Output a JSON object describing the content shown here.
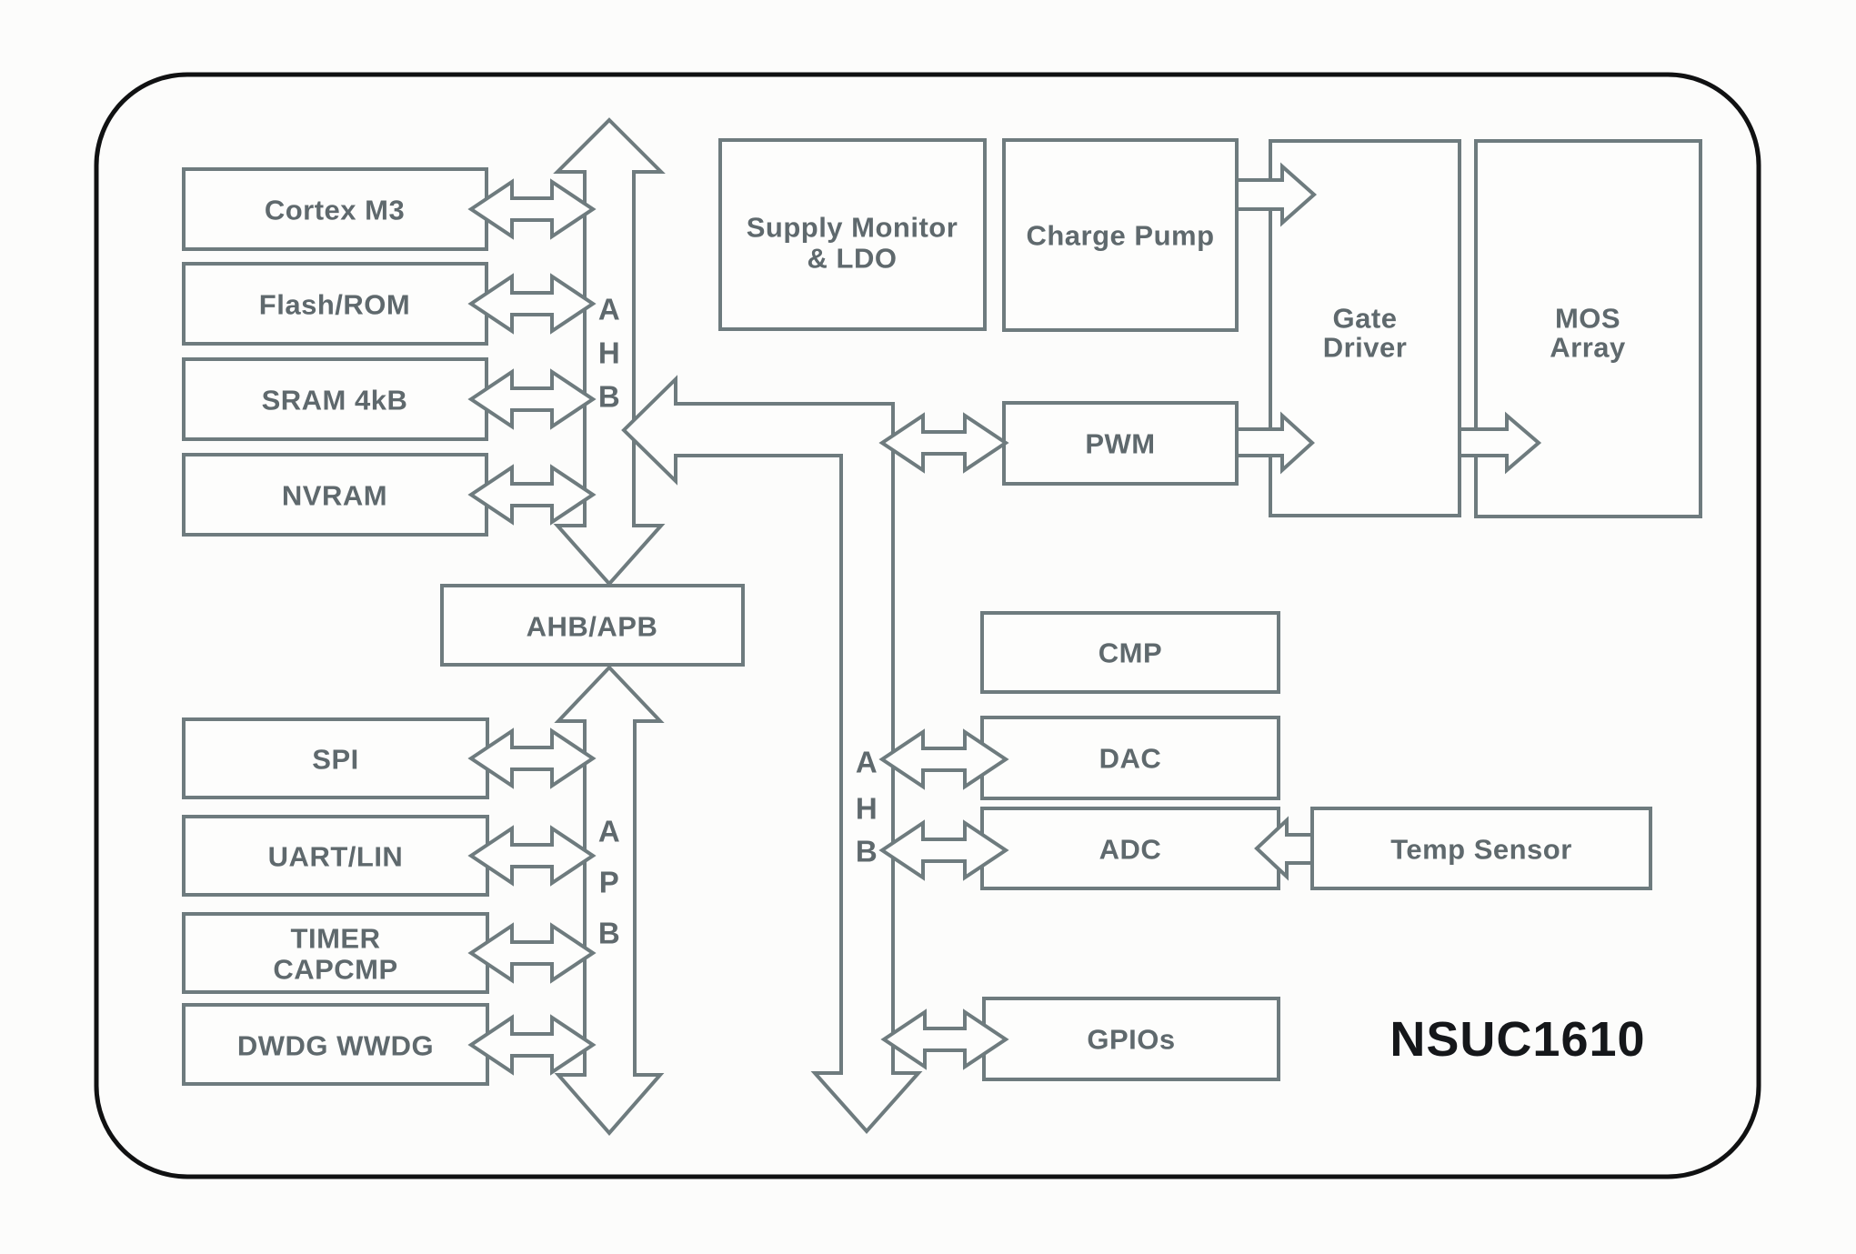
{
  "title": {
    "label": "NSUC1610"
  },
  "colors": {
    "outline": "#6e7b7e",
    "label_text": "#5f696d",
    "title_text": "#15171a",
    "frame_border": "#101112",
    "background": "#fcfcfb",
    "shape_fill": "#fdfdfc"
  },
  "buses": {
    "ahb_left": {
      "letters": [
        "A",
        "H",
        "B"
      ]
    },
    "apb": {
      "letters": [
        "A",
        "P",
        "B"
      ]
    },
    "ahb_right": {
      "letters": [
        "A",
        "H",
        "B"
      ]
    }
  },
  "boxes": {
    "cortex_m3": {
      "label": "Cortex M3"
    },
    "flash_rom": {
      "label": "Flash/ROM"
    },
    "sram": {
      "label": "SRAM 4kB"
    },
    "nvram": {
      "label": "NVRAM"
    },
    "ahb_apb_bridge": {
      "label": "AHB/APB"
    },
    "spi": {
      "label": "SPI"
    },
    "uart_lin": {
      "label": "UART/LIN"
    },
    "timer_capcmp": {
      "line1": "TIMER",
      "line2": "CAPCMP"
    },
    "dwdg_wwdg": {
      "label": "DWDG WWDG"
    },
    "supply_monitor_ldo": {
      "line1": "Supply Monitor",
      "line2": "& LDO"
    },
    "charge_pump": {
      "label": "Charge Pump"
    },
    "gate_driver": {
      "line1": "Gate",
      "line2": "Driver"
    },
    "mos_array": {
      "line1": "MOS",
      "line2": "Array"
    },
    "pwm": {
      "label": "PWM"
    },
    "cmp": {
      "label": "CMP"
    },
    "dac": {
      "label": "DAC"
    },
    "adc": {
      "label": "ADC"
    },
    "temp_sensor": {
      "label": "Temp Sensor"
    },
    "gpios": {
      "label": "GPIOs"
    }
  }
}
